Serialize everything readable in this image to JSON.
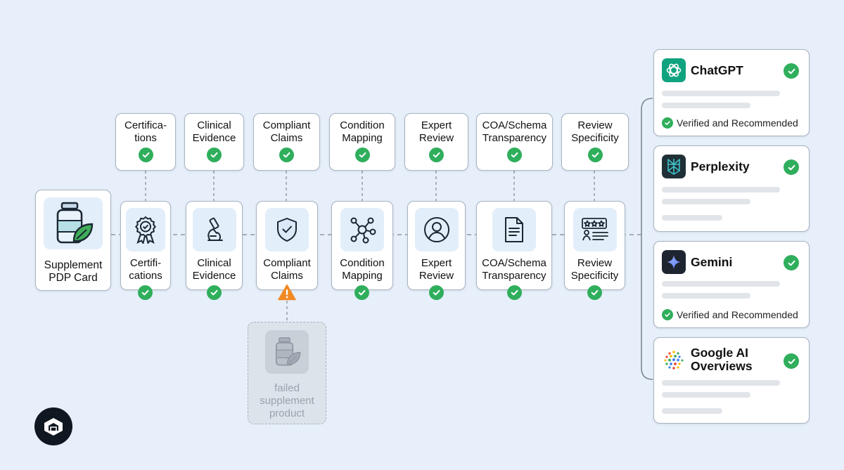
{
  "source": {
    "label": "Supplement\nPDP Card"
  },
  "steps": [
    {
      "label": "Certifica-\ntions",
      "body_label": "Certifi-\ncations",
      "icon": "award-ribbon-icon",
      "status": "pass"
    },
    {
      "label": "Clinical\nEvidence",
      "body_label": "Clinical\nEvidence",
      "icon": "microscope-icon",
      "status": "pass"
    },
    {
      "label": "Compliant\nClaims",
      "body_label": "Compliant\nClaims",
      "icon": "shield-check-icon",
      "status": "warning"
    },
    {
      "label": "Condition\nMapping",
      "body_label": "Condition\nMapping",
      "icon": "network-nodes-icon",
      "status": "pass"
    },
    {
      "label": "Expert\nReview",
      "body_label": "Expert\nReview",
      "icon": "expert-avatar-icon",
      "status": "pass"
    },
    {
      "label": "COA/Schema\nTransparency",
      "body_label": "COA/Schema\nTransparency",
      "icon": "document-icon",
      "status": "pass"
    },
    {
      "label": "Review\nSpecificity",
      "body_label": "Review\nSpecificity",
      "icon": "rating-review-icon",
      "status": "pass"
    }
  ],
  "failed": {
    "label": "failed\nsupplement\nproduct"
  },
  "ai_platforms": [
    {
      "name": "ChatGPT",
      "icon": "chatgpt-logo-icon",
      "verified_text": "Verified and Recommended"
    },
    {
      "name": "Perplexity",
      "icon": "perplexity-logo-icon",
      "verified_text": ""
    },
    {
      "name": "Gemini",
      "icon": "gemini-logo-icon",
      "verified_text": "Verified and Recommended"
    },
    {
      "name": "Google AI\nOverviews",
      "icon": "google-ai-overviews-logo-icon",
      "verified_text": ""
    }
  ],
  "colors": {
    "background": "#e6effa",
    "check": "#2fae5c",
    "warning": "#f08a24",
    "tile": "#e3eefb",
    "chatgpt": "#10a37f",
    "perplexity": "#1f3036",
    "gemini": "#1e2430"
  }
}
